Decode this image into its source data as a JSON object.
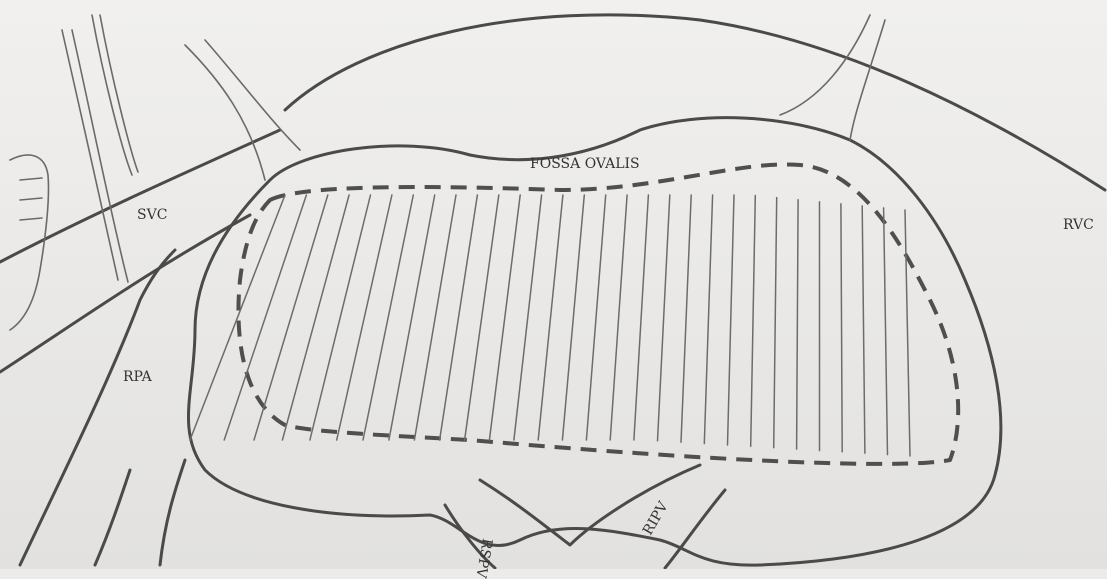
{
  "labels": {
    "svc": "SVC",
    "fossa_ovalis": "FOSSA OVALIS",
    "rvc": "RVC",
    "rpa": "RPA",
    "rspv": "RSPV",
    "ripv": "RIPV"
  }
}
